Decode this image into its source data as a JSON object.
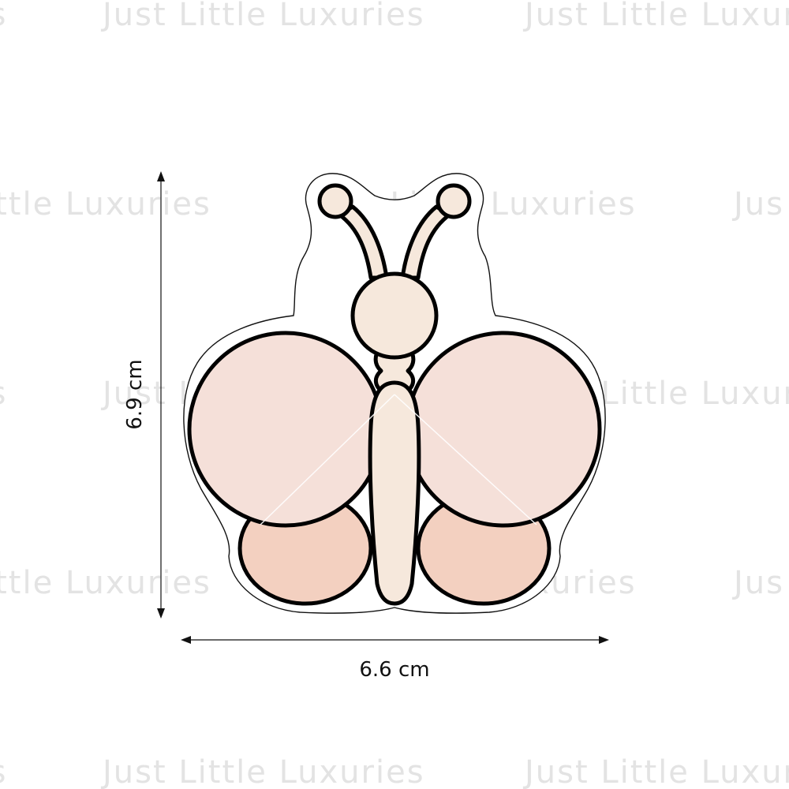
{
  "watermark": {
    "text": "Just Little Luxuries"
  },
  "dimensions": {
    "height_label": "6.9 cm",
    "width_label": "6.6 cm"
  },
  "colors": {
    "upper_wing": "#f5e0d9",
    "lower_wing": "#f3d0c0",
    "body": "#f6e8dc",
    "outline": "#000000",
    "cutter_outline": "#111111"
  }
}
